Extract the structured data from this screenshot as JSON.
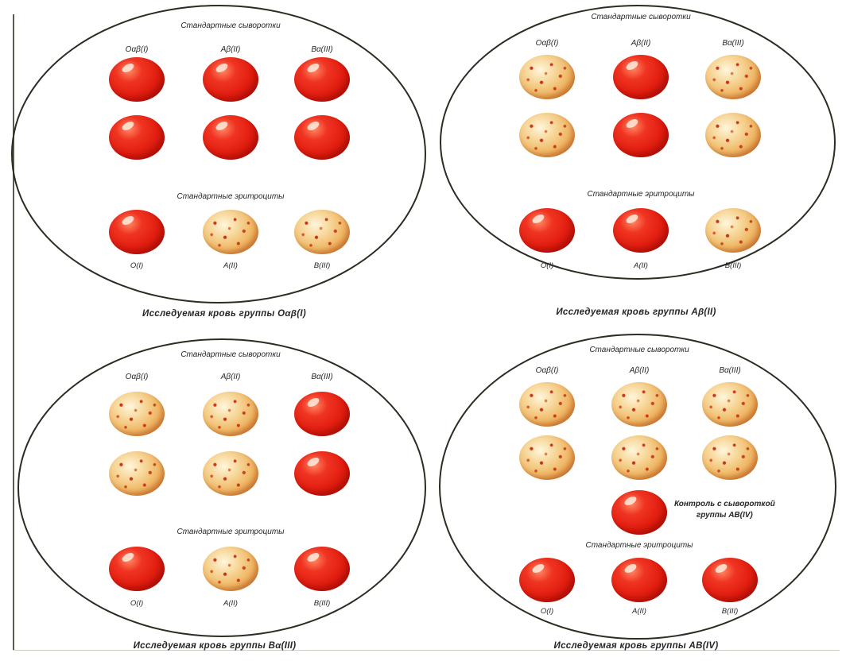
{
  "section_labels": {
    "sera": "Стандартные сыворотки",
    "erythrocytes": "Стандартные эритроциты"
  },
  "plates": [
    {
      "id": "I",
      "serum_labels": [
        "Oαβ(I)",
        "Aβ(II)",
        "Bα(III)"
      ],
      "erythrocyte_labels": [
        "O(I)",
        "A(II)",
        "B(III)"
      ],
      "serum_reactions": [
        [
          "none",
          "none",
          "none"
        ],
        [
          "none",
          "none",
          "none"
        ]
      ],
      "erythrocyte_reactions": [
        "none",
        "agglutination",
        "agglutination"
      ],
      "caption": "Исследуемая кровь группы Oαβ(I)"
    },
    {
      "id": "II",
      "serum_labels": [
        "Oαβ(I)",
        "Aβ(II)",
        "Bα(III)"
      ],
      "erythrocyte_labels": [
        "O(I)",
        "A(II)",
        "B(III)"
      ],
      "serum_reactions": [
        [
          "agglutination",
          "none",
          "agglutination"
        ],
        [
          "agglutination",
          "none",
          "agglutination"
        ]
      ],
      "erythrocyte_reactions": [
        "none",
        "none",
        "agglutination"
      ],
      "caption": "Исследуемая кровь группы Aβ(II)"
    },
    {
      "id": "III",
      "serum_labels": [
        "Oαβ(I)",
        "Aβ(II)",
        "Bα(III)"
      ],
      "erythrocyte_labels": [
        "O(I)",
        "A(II)",
        "B(III)"
      ],
      "serum_reactions": [
        [
          "agglutination",
          "agglutination",
          "none"
        ],
        [
          "agglutination",
          "agglutination",
          "none"
        ]
      ],
      "erythrocyte_reactions": [
        "none",
        "agglutination",
        "none"
      ],
      "caption": "Исследуемая кровь группы Bα(III)"
    },
    {
      "id": "IV",
      "serum_labels": [
        "Oαβ(I)",
        "Aβ(II)",
        "Bα(III)"
      ],
      "erythrocyte_labels": [
        "O(I)",
        "A(II)",
        "B(III)"
      ],
      "serum_reactions": [
        [
          "agglutination",
          "agglutination",
          "agglutination"
        ],
        [
          "agglutination",
          "agglutination",
          "agglutination"
        ]
      ],
      "control": {
        "reaction": "none",
        "label_line1": "Контроль с сывороткой",
        "label_line2": "группы AB(IV)"
      },
      "erythrocyte_reactions": [
        "none",
        "none",
        "none"
      ],
      "caption": "Исследуемая кровь группы AB(IV)"
    }
  ],
  "colors": {
    "no_reaction": "#e11d0f",
    "agglutination": "#efb765",
    "plate_outline": "#2c2c22",
    "text": "#262626"
  }
}
